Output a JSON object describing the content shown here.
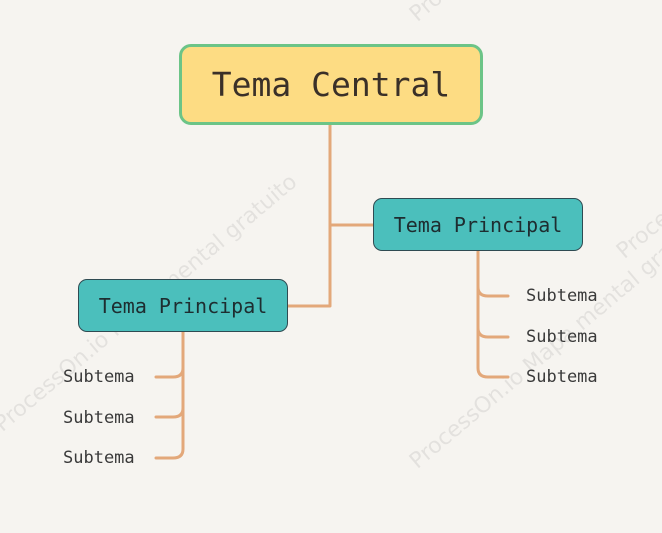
{
  "watermark": {
    "text": "ProcessOn.io Mapa mental gratuito"
  },
  "central_topic": {
    "label": "Tema Central"
  },
  "main_topics": [
    {
      "label": "Tema Principal",
      "subtopics": [
        "Subtema",
        "Subtema",
        "Subtema"
      ]
    },
    {
      "label": "Tema Principal",
      "subtopics": [
        "Subtema",
        "Subtema",
        "Subtema"
      ]
    }
  ],
  "colors": {
    "background": "#f6f4f0",
    "central_fill": "#fddc83",
    "central_border": "#6cc487",
    "main_topic_fill": "#4bbfbc",
    "main_topic_border": "#2f4b52",
    "connector": "#e3a87a"
  }
}
